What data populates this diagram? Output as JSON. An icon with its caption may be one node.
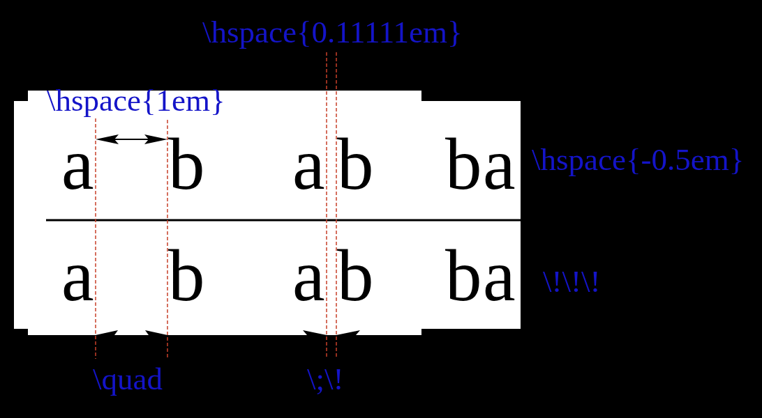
{
  "diagram": {
    "labels": [
      "\\hspace{0.11111em}",
      "\\hspace{1em}",
      "a",
      "b",
      "a",
      "b",
      "b",
      "a",
      "\\hspace{-0.5em}",
      "a",
      "b",
      "a",
      "b",
      "b",
      "a",
      "\\!\\!\\!",
      "\\quad",
      "\\;\\!"
    ]
  }
}
